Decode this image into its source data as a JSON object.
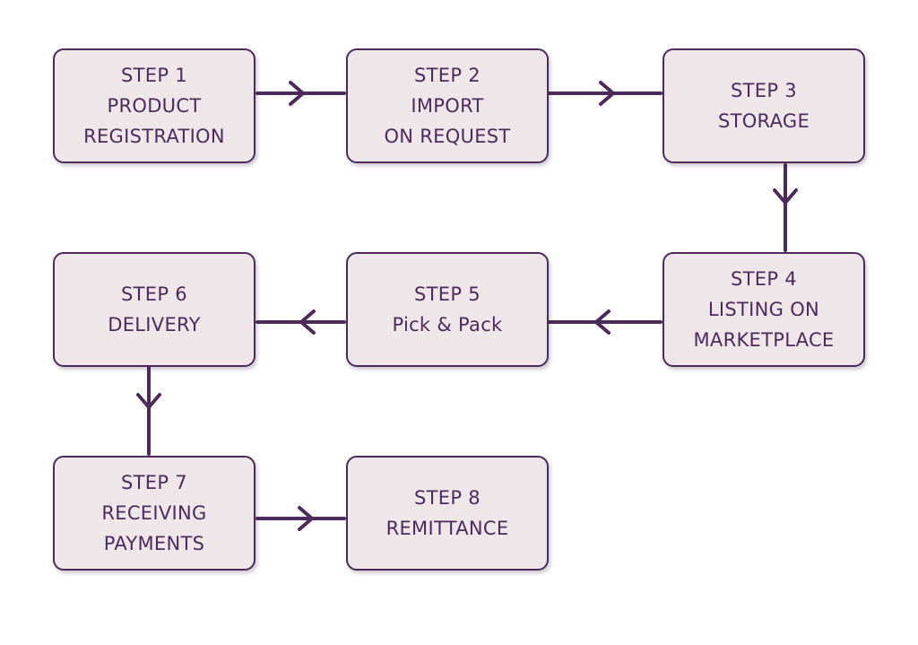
{
  "colors": {
    "box_fill": "#efe6e9",
    "box_border": "#4d2a5c",
    "text": "#4d2a5c",
    "connector": "#4d2a5c"
  },
  "steps": [
    {
      "title": "STEP 1",
      "lines": [
        "PRODUCT",
        "REGISTRATION"
      ]
    },
    {
      "title": "STEP 2",
      "lines": [
        "IMPORT",
        "ON REQUEST"
      ]
    },
    {
      "title": "STEP 3",
      "lines": [
        "STORAGE"
      ]
    },
    {
      "title": "STEP 4",
      "lines": [
        "LISTING ON",
        "MARKETPLACE"
      ]
    },
    {
      "title": "STEP 5",
      "lines": [
        "Pick & Pack"
      ]
    },
    {
      "title": "STEP 6",
      "lines": [
        "DELIVERY"
      ]
    },
    {
      "title": "STEP 7",
      "lines": [
        "RECEIVING",
        "PAYMENTS"
      ]
    },
    {
      "title": "STEP 8",
      "lines": [
        "REMITTANCE"
      ]
    }
  ],
  "flow": [
    {
      "from": 1,
      "to": 2
    },
    {
      "from": 2,
      "to": 3
    },
    {
      "from": 3,
      "to": 4
    },
    {
      "from": 4,
      "to": 5
    },
    {
      "from": 5,
      "to": 6
    },
    {
      "from": 6,
      "to": 7
    },
    {
      "from": 7,
      "to": 8
    }
  ]
}
